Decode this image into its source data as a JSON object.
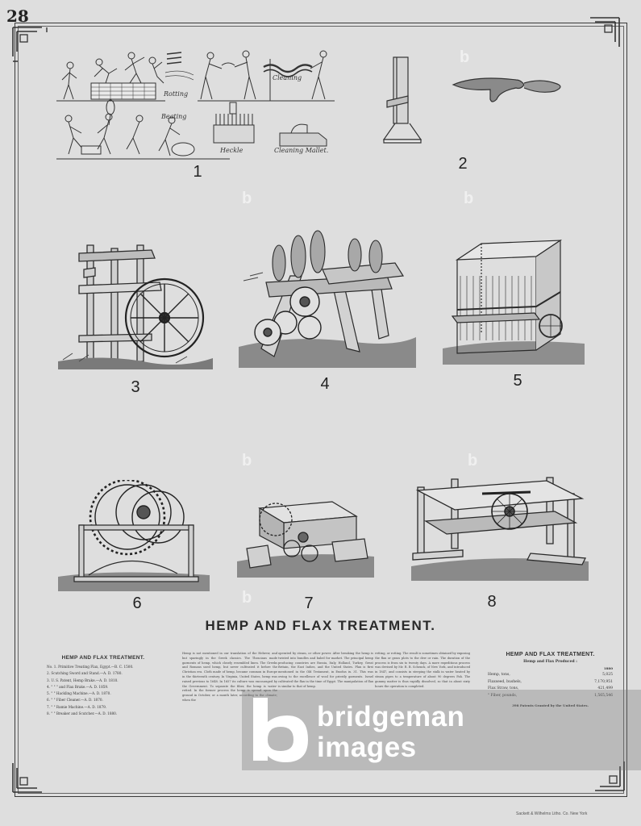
{
  "page_number": "28",
  "title": "HEMP AND FLAX TREATMENT.",
  "figure_labels": [
    "1",
    "2",
    "3",
    "4",
    "5",
    "6",
    "7",
    "8"
  ],
  "fig1_captions": {
    "rotting": "Rotting",
    "cleaning": "Cleaning",
    "beating": "Beating",
    "heckle": "Heckle",
    "mallet": "Cleaning Mallet."
  },
  "left_list": {
    "heading": "HEMP AND FLAX TREATMENT.",
    "items": [
      "No. 1. Primitive Treating Flax, Egypt.—B. C. 1500.",
      "2. Scutching Sword and Stand.—A. D. 1780.",
      "3. U. S. Patent, Hemp Brake.—A. D. 1810.",
      "4. \"  \"  \"  and Flax Brake.—A. D. 1859.",
      "5. \"  \"  Hackling Machine.—A. D. 1870.",
      "6. \"  \"  Fiber Cleaner.—A. D. 1870.",
      "7. \"  \"  Ramie Machine.—A. D. 1879.",
      "8. \"  \"  Breaker and Scutcher.—A. D. 1880."
    ]
  },
  "columns": [
    "Hemp is not mentioned in our translation of the Hebrew, and but sparingly in the Greek classics. The Thracians made garments of hemp, which closely resembled linen. The Greeks and Romans used hemp, but never cultivated it before the Christian era. Cloth made of hemp, became common in Europe in the thirteenth century. In Virginia, United States, hemp was raised previous to 1648. In 1657 its culture was encouraged by the Government. To separate the fiber, the hemp is water-retted. In the former process the hemp is spread upon the ground in October, or a month later, according to the climate; when the",
    "operated by steam, or other power. After breaking the hemp is twisted into bundles and baled for market. The principal hemp producing countries are Russia, Italy, Holland, Turkey, Great Britain, the East Indies, and the United States. Flax is first mentioned in the Old Testament, in Exodus ix. 31. This was owing to the excellence of wool for priestly garments. Israel cultivated the flax in the time of Egypt. The manipulation of flax is similar to that of hemp.",
    "retting, or rotting. The result is sometimes obtained by exposing the flax or grass plots to the dew or rain. The duration of the process is from six to twenty days. A more expeditious process was devised by Mr. R. B. Schenck, of New York, and introduced in 1847, and consists in steeping the stalk in water heated by steam pipes to a temperature of about 90 degrees Fah. The gummy matter is thus rapidly dissolved, so that in about sixty hours the operation is completed."
  ],
  "stats": {
    "heading": "HEMP AND FLAX TREATMENT.",
    "subheading": "Hemp and Flax Produced :",
    "year": "1880",
    "rows": [
      {
        "label": "Hemp, tons,",
        "value": "5,025"
      },
      {
        "label": "Flaxseed, bushels,",
        "value": "7,170,951"
      },
      {
        "label": "Flax Straw, tons,",
        "value": "421,499"
      },
      {
        "label": "\"   Fiber, pounds,",
        "value": "1,565,546"
      }
    ],
    "footnote": "398 Patents Granted by the United States."
  },
  "lithographer": "Sackett & Wilhelms Litho. Co. New York",
  "watermark": {
    "brand_line1": "bridgeman",
    "brand_line2": "images",
    "logo_letter": "b"
  }
}
